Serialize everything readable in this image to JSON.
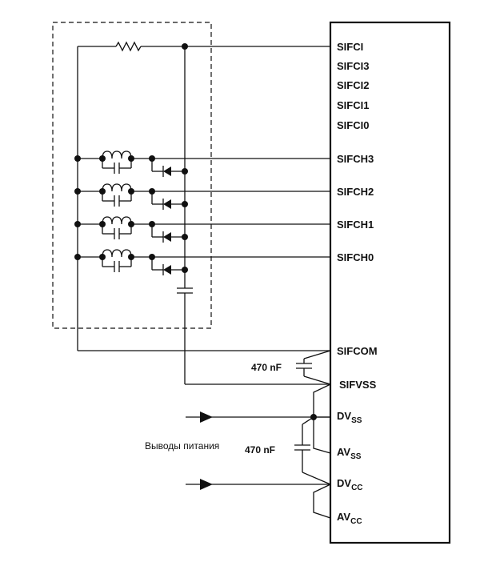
{
  "pins": {
    "sifci": "SIFCI",
    "sifci3": "SIFCI3",
    "sifci2": "SIFCI2",
    "sifci1": "SIFCI1",
    "sifci0": "SIFCI0",
    "sifch3": "SIFCH3",
    "sifch2": "SIFCH2",
    "sifch1": "SIFCH1",
    "sifch0": "SIFCH0",
    "sifcom": "SIFCOM",
    "sifvss": "SIFVSS",
    "dvss": {
      "main": "DV",
      "sub": "SS"
    },
    "avss": {
      "main": "AV",
      "sub": "SS"
    },
    "dvcc": {
      "main": "DV",
      "sub": "CC"
    },
    "avcc": {
      "main": "AV",
      "sub": "CC"
    }
  },
  "cap_upper_label": "470 nF",
  "cap_lower_label": "470 nF",
  "power_label": "Выводы питания"
}
